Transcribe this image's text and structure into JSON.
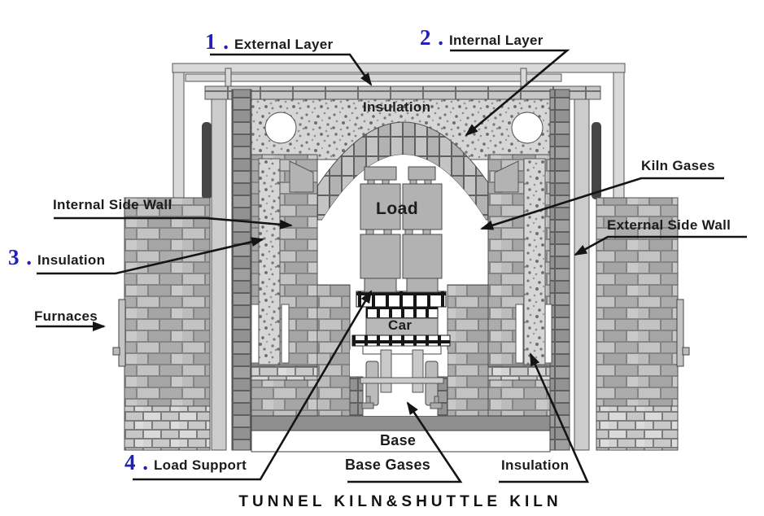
{
  "title": "TUNNEL KILN&SHUTTLE KILN",
  "colors": {
    "number_blue": "#2121b5",
    "line_black": "#1a1a1a",
    "slab_gray": "#8f8f8f",
    "load_gray": "#b2b2b2",
    "background": "#ffffff"
  },
  "labels": {
    "external_layer": {
      "num": "1 .",
      "text": "External Layer"
    },
    "internal_layer": {
      "num": "2 .",
      "text": "Internal Layer"
    },
    "insulation_top": {
      "text": "Insulation"
    },
    "kiln_gases": {
      "text": "Kiln Gases"
    },
    "internal_side_wall": {
      "text": "Internal Side Wall"
    },
    "insulation_left": {
      "num": "3 .",
      "text": "Insulation"
    },
    "furnaces": {
      "text": "Furnaces"
    },
    "external_side_wall": {
      "text": "External Side Wall"
    },
    "load": {
      "text": "Load"
    },
    "car": {
      "text": "Car"
    },
    "base": {
      "text": "Base"
    },
    "base_gases": {
      "text": "Base Gases"
    },
    "insulation_bottom": {
      "text": "Insulation"
    },
    "load_support": {
      "num": "4 .",
      "text": "Load Support"
    }
  }
}
